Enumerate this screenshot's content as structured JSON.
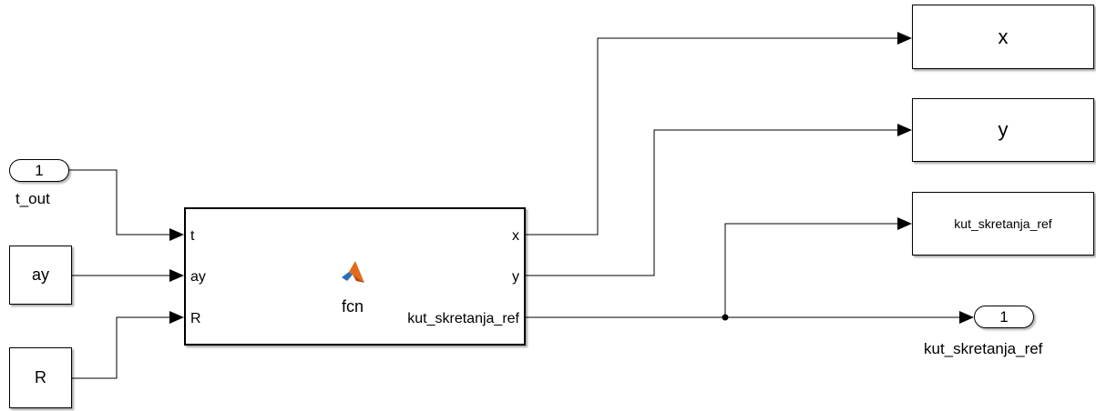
{
  "inports": [
    {
      "number": "1",
      "name": "t_out"
    }
  ],
  "constants": {
    "ay": "ay",
    "R": "R"
  },
  "function_block": {
    "name": "fcn",
    "inputs": [
      "t",
      "ay",
      "R"
    ],
    "outputs": [
      "x",
      "y",
      "kut_skretanja_ref"
    ],
    "icon": "matlab-logo-icon"
  },
  "sinks": {
    "x": "x",
    "y": "y",
    "kut": "kut_skretanja_ref"
  },
  "outports": [
    {
      "number": "1",
      "name": "kut_skretanja_ref"
    }
  ],
  "colors": {
    "line": "#000000",
    "logo_orange": "#e16b1c",
    "logo_blue": "#2c6fb3"
  }
}
